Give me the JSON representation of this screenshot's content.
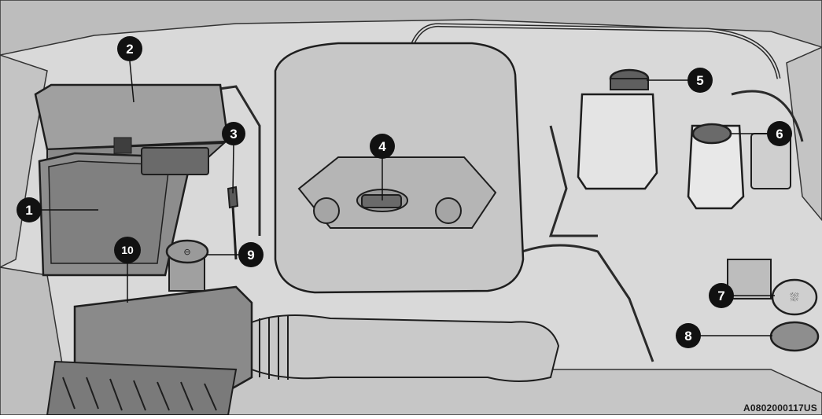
{
  "figure": {
    "code": "A0802000117US"
  },
  "callouts": [
    {
      "id": 1,
      "label": "1"
    },
    {
      "id": 2,
      "label": "2"
    },
    {
      "id": 3,
      "label": "3"
    },
    {
      "id": 4,
      "label": "4"
    },
    {
      "id": 5,
      "label": "5"
    },
    {
      "id": 6,
      "label": "6"
    },
    {
      "id": 7,
      "label": "7"
    },
    {
      "id": 8,
      "label": "8"
    },
    {
      "id": 9,
      "label": "9"
    },
    {
      "id": 10,
      "label": "10"
    }
  ],
  "colors": {
    "background": "#ececec",
    "bay": "#d4d4d4",
    "part_dark": "#6e6e6e",
    "part_mid": "#a9a9a9",
    "part_light": "#c8c8c8",
    "outline": "#1e1e1e",
    "callout": "#111111"
  }
}
